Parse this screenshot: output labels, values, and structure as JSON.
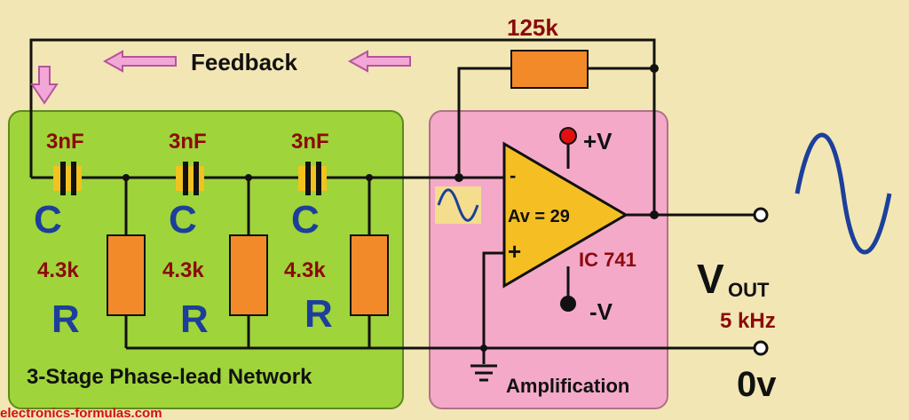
{
  "labels": {
    "feedback": "Feedback",
    "feedback_resistor": "125k",
    "capacitor_value": "3nF",
    "capacitor_symbol": "C",
    "resistor_value": "4.3k",
    "resistor_symbol": "R",
    "gain": "Av = 29",
    "ic": "IC 741",
    "plus_v": "+V",
    "minus_v": "-V",
    "inverting": "-",
    "non_inverting": "+",
    "vout_main": "V",
    "vout_sub": "OUT",
    "frequency": "5 kHz",
    "zero_v": "0v",
    "network_caption": "3-Stage Phase-lead Network",
    "amp_caption": "Amplification",
    "watermark": "electronics-formulas.com"
  },
  "stages": [
    {
      "cap": "3nF",
      "cap_sym": "C",
      "res": "4.3k",
      "res_sym": "R"
    },
    {
      "cap": "3nF",
      "cap_sym": "C",
      "res": "4.3k",
      "res_sym": "R"
    },
    {
      "cap": "3nF",
      "cap_sym": "C",
      "res": "4.3k",
      "res_sym": "R"
    }
  ],
  "colors": {
    "background": "#f2e6b4",
    "network_panel": "#9fd43a",
    "amp_panel": "#f4a9c8",
    "resistor": "#f28a2a",
    "capacitor_band": "#f2c21e",
    "opamp": "#f5bf24",
    "label_dark_red": "#8b0a0a",
    "label_blue": "#1c3f9c",
    "arrow": "#f2a7d6"
  }
}
